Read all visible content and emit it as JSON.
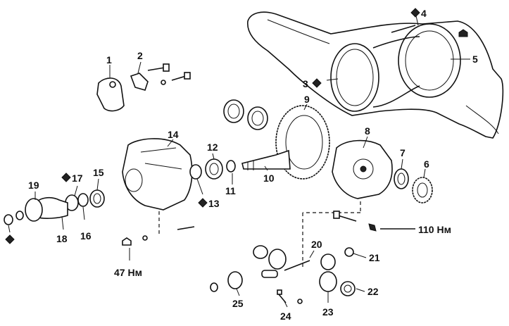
{
  "diagram": {
    "labels": [
      {
        "id": "1",
        "text": "1"
      },
      {
        "id": "2",
        "text": "2"
      },
      {
        "id": "3",
        "text": "3"
      },
      {
        "id": "4",
        "text": "4"
      },
      {
        "id": "5",
        "text": "5"
      },
      {
        "id": "6",
        "text": "6"
      },
      {
        "id": "7",
        "text": "7"
      },
      {
        "id": "8",
        "text": "8"
      },
      {
        "id": "9",
        "text": "9"
      },
      {
        "id": "10",
        "text": "10"
      },
      {
        "id": "11",
        "text": "11"
      },
      {
        "id": "12",
        "text": "12"
      },
      {
        "id": "13",
        "text": "13"
      },
      {
        "id": "14",
        "text": "14"
      },
      {
        "id": "15",
        "text": "15"
      },
      {
        "id": "16",
        "text": "16"
      },
      {
        "id": "17",
        "text": "17"
      },
      {
        "id": "18",
        "text": "18"
      },
      {
        "id": "19",
        "text": "19"
      },
      {
        "id": "20",
        "text": "20"
      },
      {
        "id": "21",
        "text": "21"
      },
      {
        "id": "22",
        "text": "22"
      },
      {
        "id": "23",
        "text": "23"
      },
      {
        "id": "24",
        "text": "24"
      },
      {
        "id": "25",
        "text": "25"
      }
    ],
    "torques": {
      "t110": "110 Нм",
      "t47": "47 Нм"
    },
    "marker_icon": "diamond-icon",
    "line_color": "#111111"
  }
}
